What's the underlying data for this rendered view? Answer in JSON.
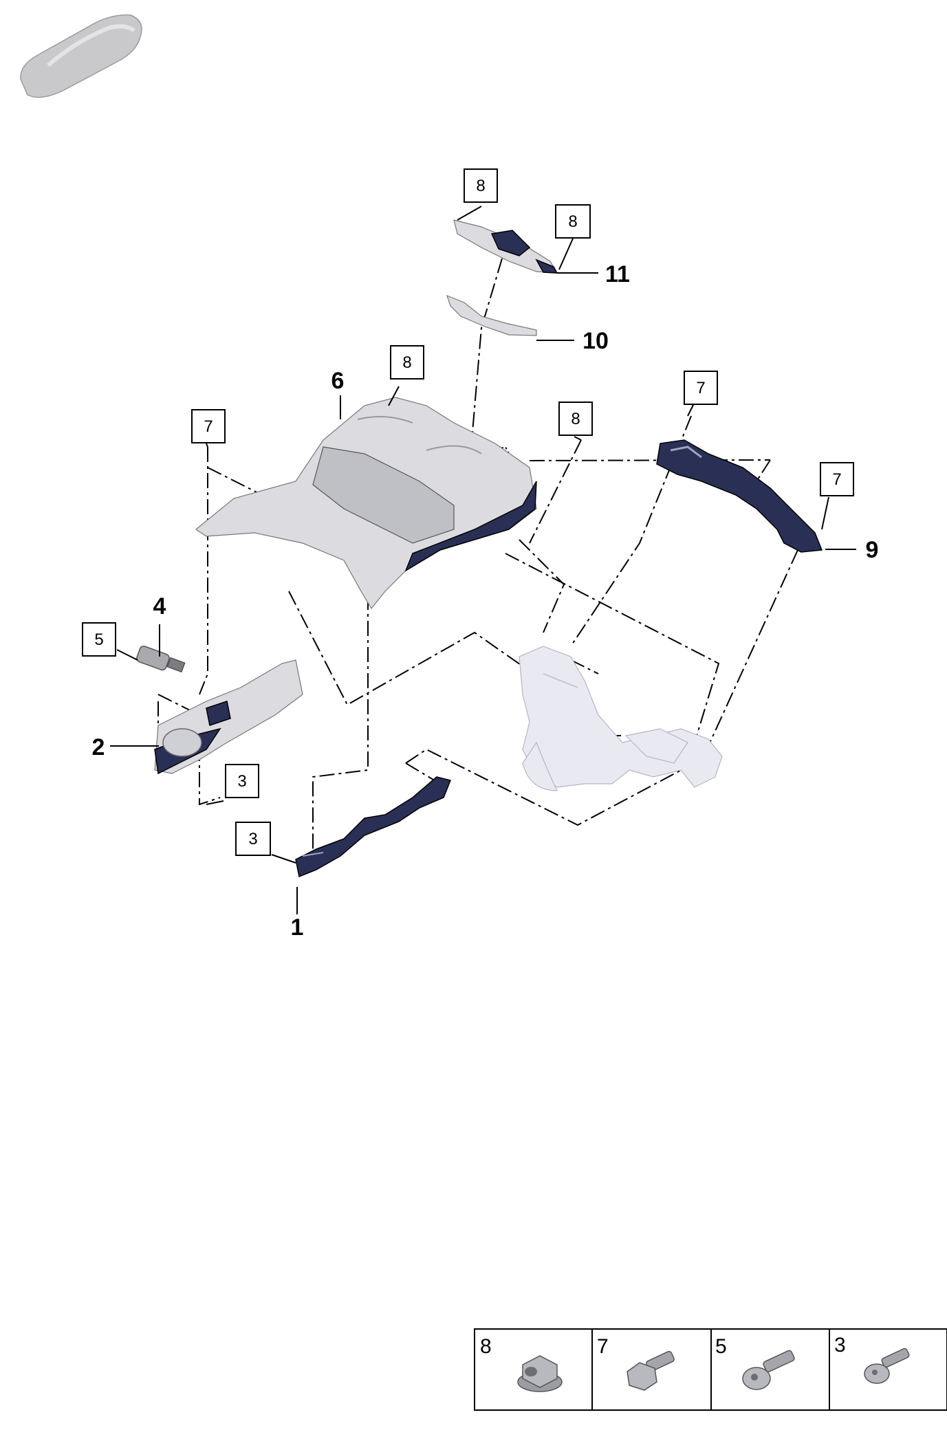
{
  "callouts": {
    "c1": "1",
    "c2": "2",
    "c4": "4",
    "c6": "6",
    "c9": "9",
    "c10": "10",
    "c11": "11"
  },
  "boxes": {
    "b8_top": "8",
    "b8_top2": "8",
    "b8_six": "8",
    "b8_mid": "8",
    "b7_left": "7",
    "b7_mid": "7",
    "b7_right": "7",
    "b5": "5",
    "b3_upper": "3",
    "b3_lower": "3"
  },
  "legend": {
    "cells": [
      {
        "label": "8",
        "icon": "flange-nut-icon"
      },
      {
        "label": "7",
        "icon": "hex-bolt-icon"
      },
      {
        "label": "5",
        "icon": "torx-bolt-icon"
      },
      {
        "label": "3",
        "icon": "torx-bolt-icon"
      }
    ]
  },
  "colors": {
    "dark_part": "#2a2f55",
    "light_part": "#dcdce0",
    "ghost_part": "#e9e9f2"
  }
}
